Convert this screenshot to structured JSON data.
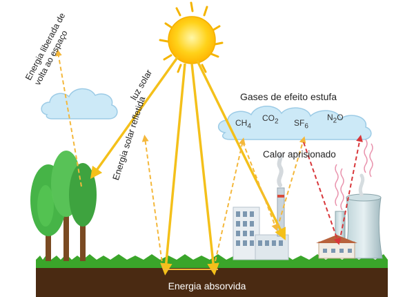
{
  "labels": {
    "energia_liberada_line1": "Energia liberada de",
    "energia_liberada_line2": "volta ao espaço",
    "luz_solar": "luz solar",
    "energia_refletida": "Energia solar refletida",
    "gases_titulo": "Gases de efeito estufa",
    "calor": "Calor aprisionado",
    "energia_absorvida": "Energia absorvida"
  },
  "gases": [
    {
      "name": "CH",
      "sub": "4"
    },
    {
      "name": "CO",
      "sub": "2"
    },
    {
      "name": "SF",
      "sub": "6"
    },
    {
      "name": "N",
      "sub": "2",
      "tail": "O"
    }
  ],
  "colors": {
    "sun": "#ffd21a",
    "sun_ray": "#f4c01a",
    "arrow_dashed": "#f4b73a",
    "arrow_red": "#d8363a",
    "soil": "#4a2a12",
    "grass": "#3aa52a",
    "cloud": "#cce9f7",
    "tree": "#46b447"
  }
}
